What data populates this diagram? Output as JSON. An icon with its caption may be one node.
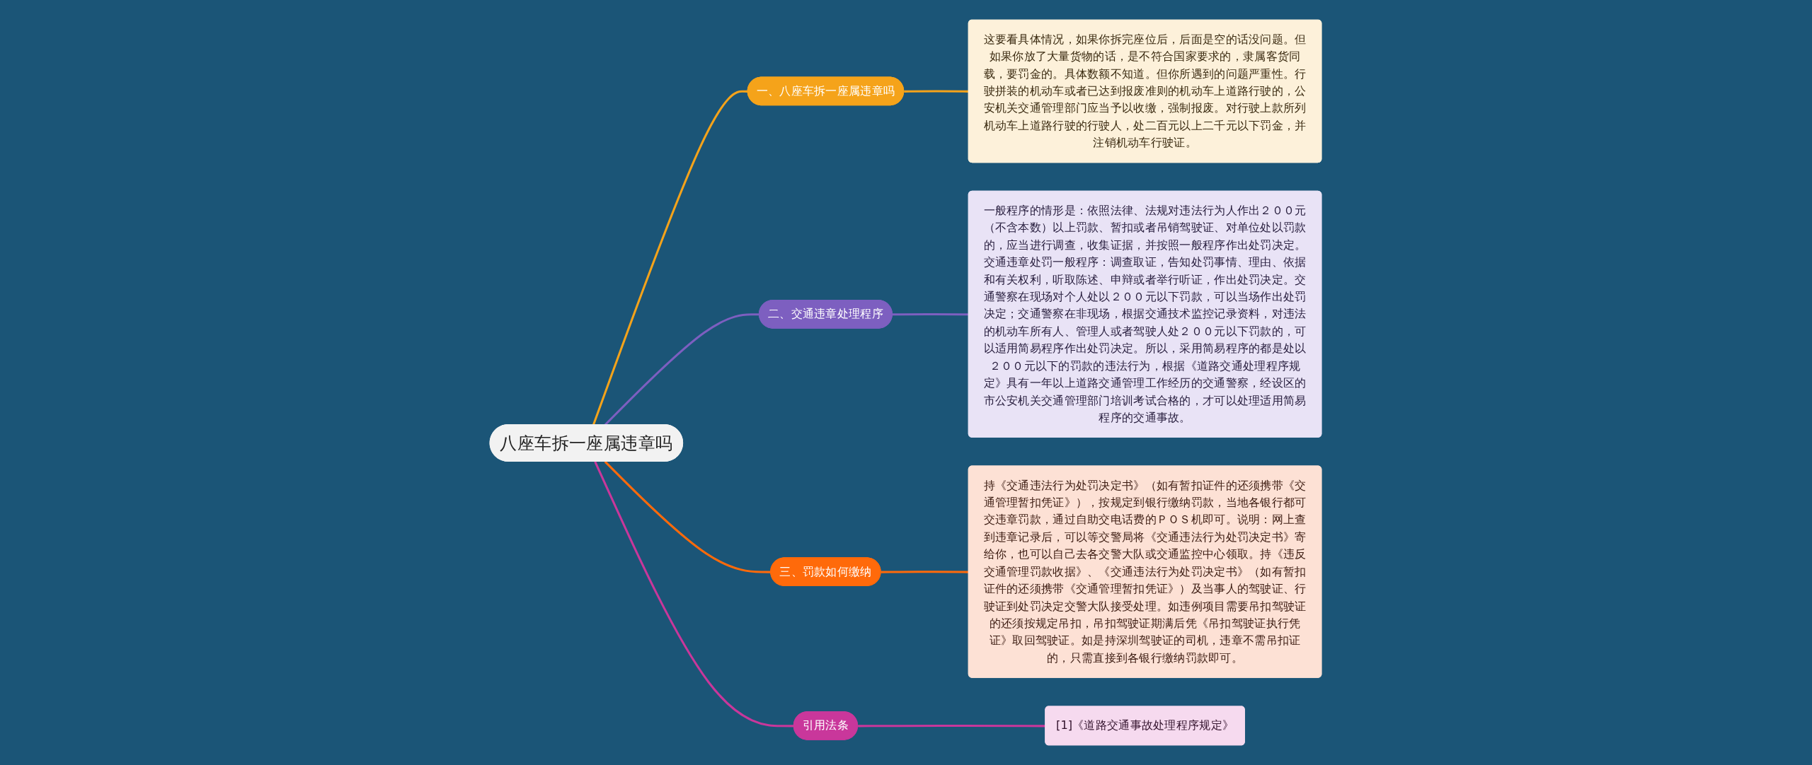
{
  "diagram": {
    "nodes": [
      {
        "text": [
          "八座车拆一座属违章吗"
        ]
      },
      {
        "text": [
          "一、八座车拆一座属违章吗"
        ]
      },
      {
        "text": [
          "这要看具体情况，如果你拆完座位后，后面是空的话没问题。但如果你放了大量货物的话，是不符合国家要求的，隶属客货同载，要罚金的。具体数额不知道。但你所遇到的问题严重性。行驶拼装的机动车或者已达到报废准则的机动车上道路行驶的，公安机关交通管理部门应当予以收缴，强制报废。对行驶上款所列机动车上道路行驶的行驶人，处二百元以上二千元以下罚金，并注销机动车行驶证。"
        ]
      },
      {
        "text": [
          "二、交通违章处理程序"
        ]
      },
      {
        "text": [
          "一般程序的情形是：依照法律、法规对违法行为人作出２００元（不含本数）以上罚款、暂扣或者吊销驾驶证、对单位处以罚款的，应当进行调查，收集证据，并按照一般程序作出处罚决定。交通违章处罚一般程序：调查取证，告知处罚事情、理由、依据和有关权利，听取陈述、申辩或者举行听证，作出处罚决定。交通警察在现场对个人处以２００元以下罚款，可以当场作出处罚决定；交通警察在非现场，根据交通技术监控记录资料，对违法的机动车所有人、管理人或者驾驶人处２００元以下罚款的，可以适用简易程序作出处罚决定。所以，采用简易程序的都是处以２００元以下的罚款的违法行为，根据《道路交通处理程序规定》具有一年以上道路交通管理工作经历的交通警察，经设区的市公安机关交通管理部门培训考试合格的，才可以处理适用简易程序的交通事故。"
        ]
      },
      {
        "text": [
          "三、罚款如何缴纳"
        ]
      },
      {
        "text": [
          "持《交通违法行为处罚决定书》（如有暂扣证件的还须携带《交通管理暂扣凭证》），按规定到银行缴纳罚款，当地各银行都可交违章罚款，通过自助交电话费的ＰＯＳ机即可。说明：网上查到违章记录后，可以等交警局将《交通违法行为处罚决定书》寄给你，也可以自己去各交警大队或交通监控中心领取。持《违反交通管理罚款收据》、《交通违法行为处罚决定书》（如有暂扣证件的还须携带《交通管理暂扣凭证》）及当事人的驾驶证、行驶证到处罚决定交警大队接受处理。如违例项目需要吊扣驾驶证的还须按规定吊扣，吊扣驾驶证期满后凭《吊扣驾驶证执行凭证》取回驾驶证。如是持深圳驾驶证的司机，违章不需吊扣证的，只需直接到各银行缴纳罚款即可。"
        ]
      },
      {
        "text": [
          "引用法条"
        ]
      },
      {
        "text": [
          "[1]《道路交通事故处理程序规定》"
        ]
      }
    ],
    "edges": [
      {
        "from": 0,
        "to": 1,
        "arrow": "none",
        "color": "#f5a31a"
      },
      {
        "from": 1,
        "to": 2,
        "arrow": "none",
        "color": "#f5a31a"
      },
      {
        "from": 0,
        "to": 3,
        "arrow": "none",
        "color": "#7d5fc0"
      },
      {
        "from": 3,
        "to": 4,
        "arrow": "none",
        "color": "#7d5fc0"
      },
      {
        "from": 0,
        "to": 5,
        "arrow": "none",
        "color": "#ff6a0a"
      },
      {
        "from": 5,
        "to": 6,
        "arrow": "none",
        "color": "#ff6a0a"
      },
      {
        "from": 0,
        "to": 7,
        "arrow": "none",
        "color": "#c9379b"
      },
      {
        "from": 7,
        "to": 8,
        "arrow": "none",
        "color": "#c9379b"
      }
    ]
  }
}
